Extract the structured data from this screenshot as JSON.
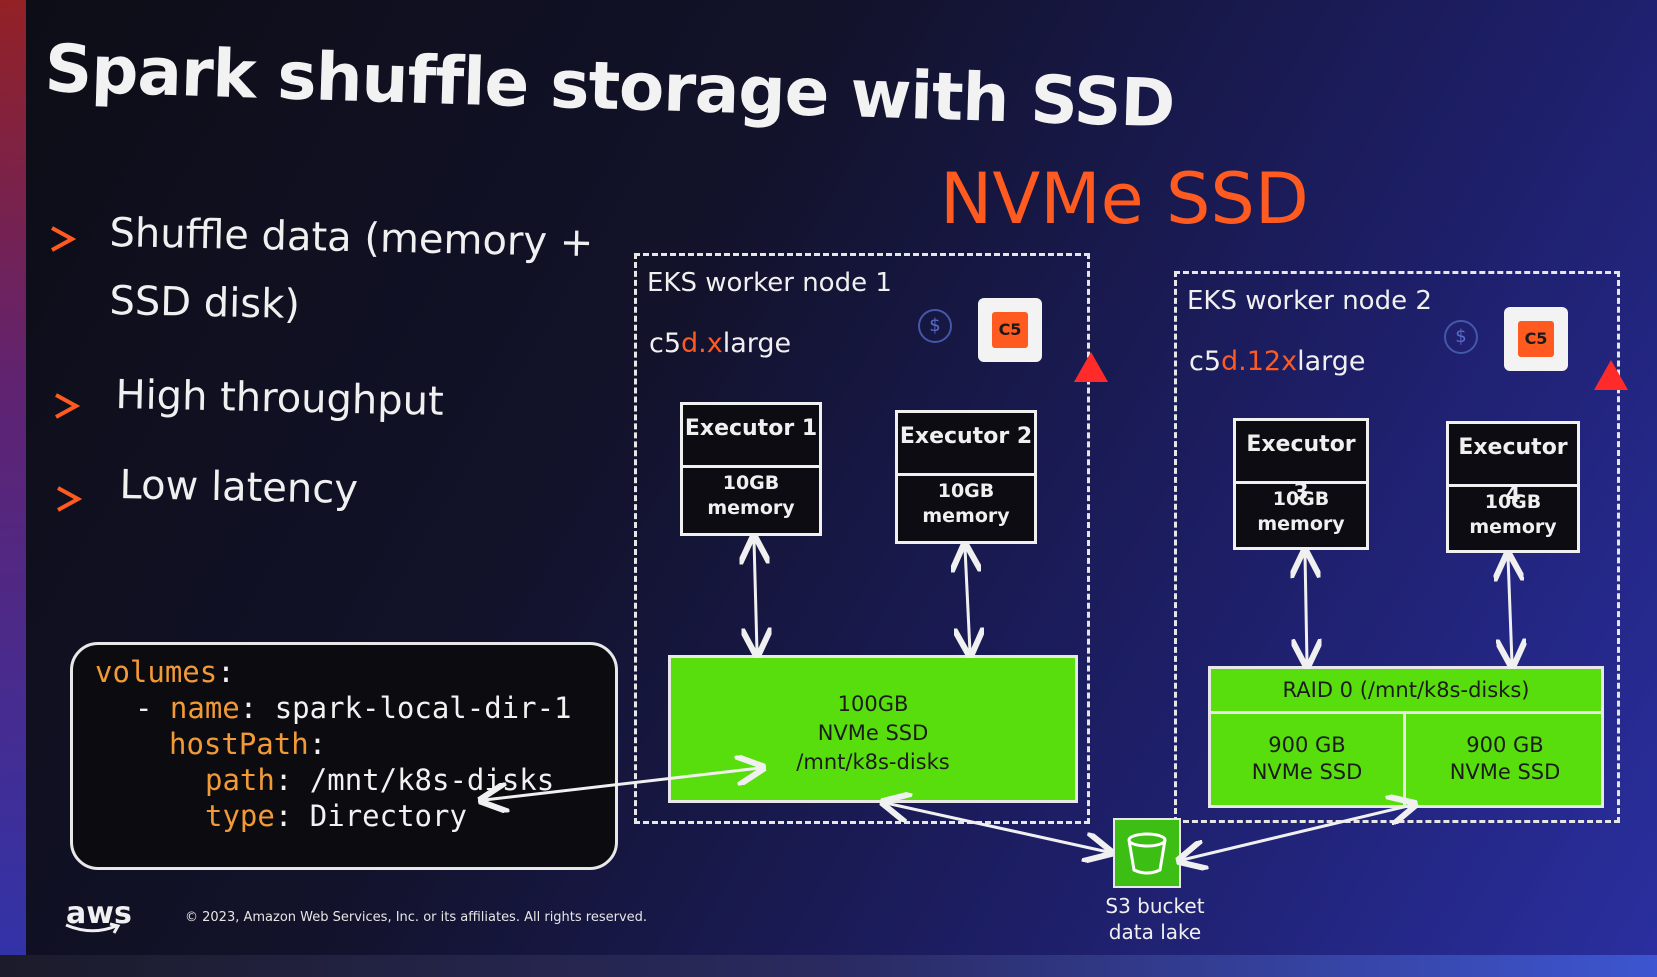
{
  "title": "Spark shuffle storage with SSD",
  "subtitle": "NVMe SSD",
  "bullets": [
    "Shuffle data (memory +",
    "SSD disk)",
    "High throughput",
    "Low latency"
  ],
  "code": {
    "line1_key": "volumes",
    "line2_dash": "- ",
    "line2_key": "name",
    "line2_val": "spark-local-dir-1",
    "line3_key": "hostPath",
    "line4_key": "path",
    "line4_val": "/mnt/k8s-disks",
    "line5_key": "type",
    "line5_val": "Directory",
    "colon": ":"
  },
  "node1": {
    "title": "EKS worker node 1",
    "instance_a": "c5",
    "instance_b": "d",
    "instance_c": ".x",
    "instance_d": "large",
    "chip_label": "C5",
    "spot_label": "$",
    "executors": [
      {
        "name": "Executor 1",
        "mem1": "10GB",
        "mem2": "memory"
      },
      {
        "name": "Executor 2",
        "mem1": "10GB",
        "mem2": "memory"
      }
    ],
    "ssd": [
      "100GB",
      "NVMe SSD",
      "/mnt/k8s-disks"
    ]
  },
  "node2": {
    "title": "EKS worker node 2",
    "instance_a": "c5",
    "instance_b": "d",
    "instance_c": ".12x",
    "instance_d": "large",
    "chip_label": "C5",
    "spot_label": "$",
    "executors": [
      {
        "name": "Executor 3",
        "mem1": "10GB",
        "mem2": "memory"
      },
      {
        "name": "Executor 4",
        "mem1": "10GB",
        "mem2": "memory"
      }
    ],
    "raid": "RAID 0 (/mnt/k8s-disks)",
    "disks": [
      {
        "size": "900 GB",
        "type": "NVMe SSD"
      },
      {
        "size": "900 GB",
        "type": "NVMe SSD"
      }
    ]
  },
  "s3": {
    "line1": "S3 bucket",
    "line2": "data lake"
  },
  "footer": {
    "logo": "aws",
    "copyright": "© 2023, Amazon Web Services, Inc. or its affiliates. All rights reserved."
  },
  "colors": {
    "accent": "#ff5a1f",
    "ssd_green": "#58de0c",
    "code_key": "#f19a37",
    "s3_green": "#3dbe14"
  }
}
